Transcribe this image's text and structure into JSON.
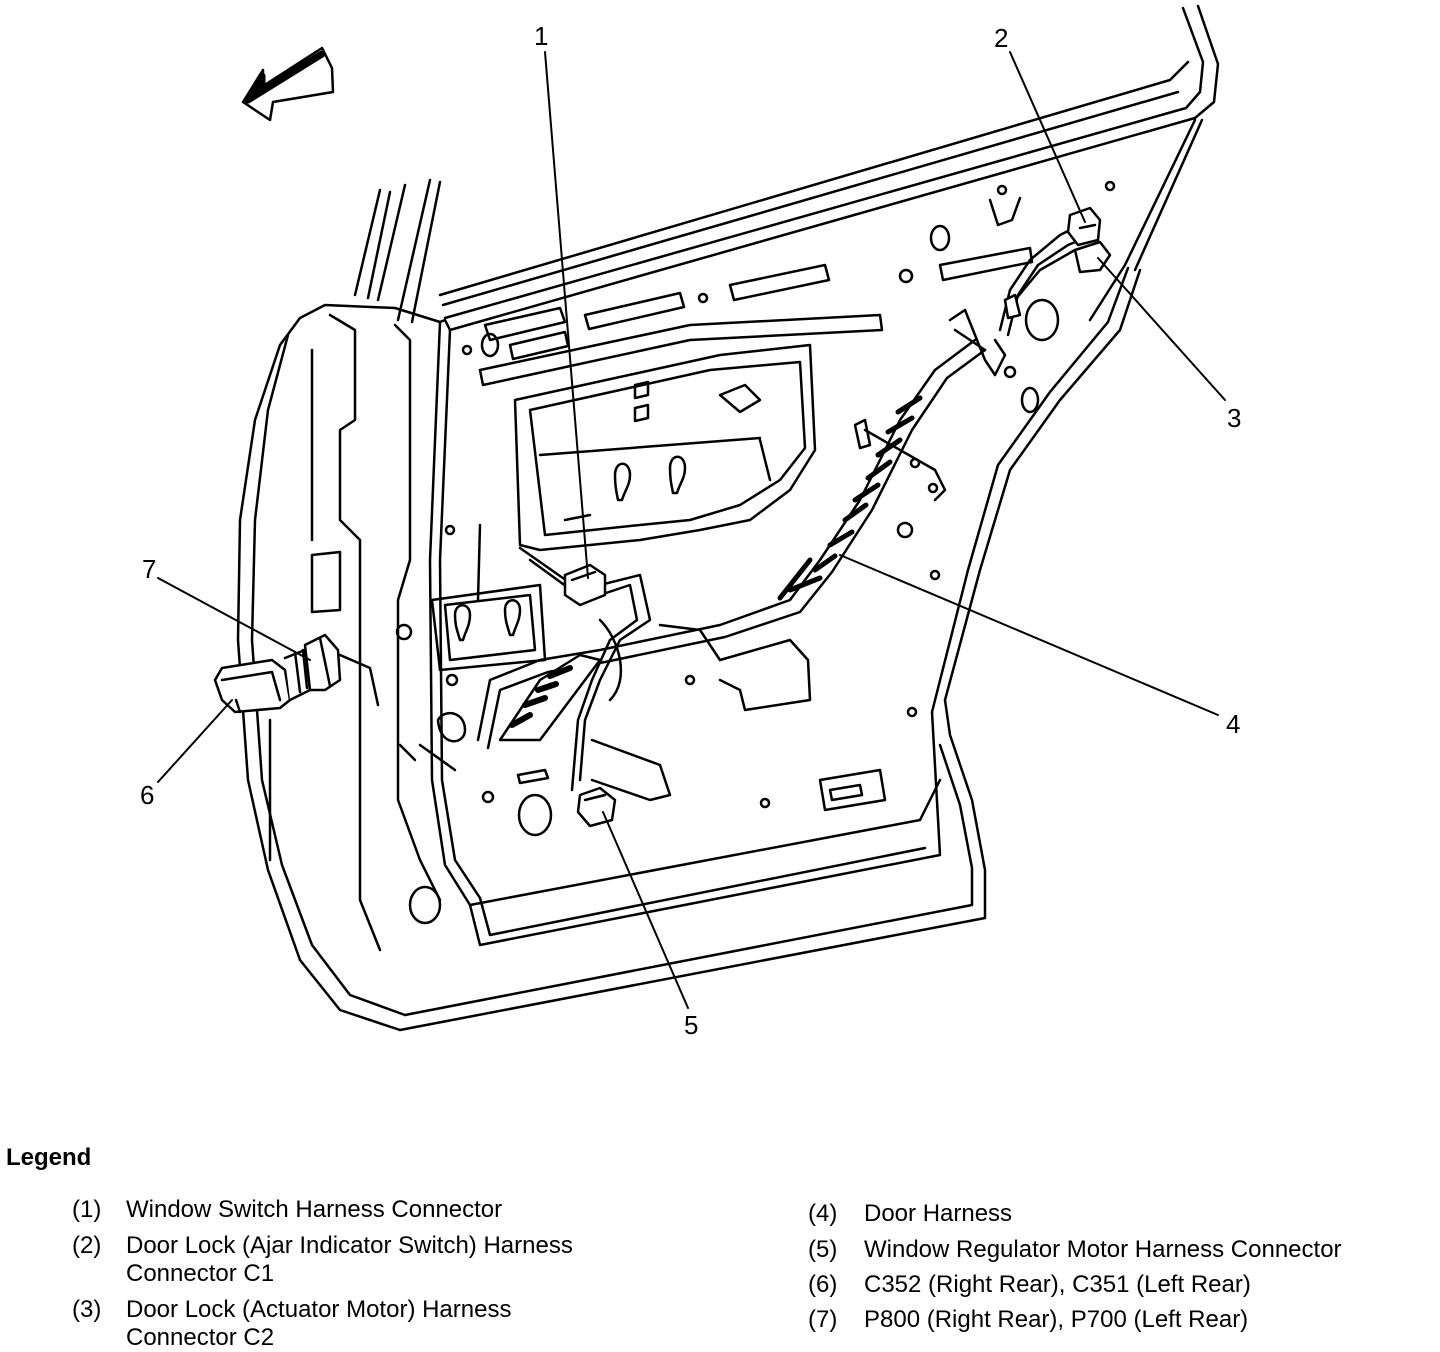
{
  "callouts": [
    "1",
    "2",
    "3",
    "4",
    "5",
    "6",
    "7"
  ],
  "legend": {
    "title": "Legend",
    "items": [
      {
        "num": "(1)",
        "text": "Window Switch Harness Connector"
      },
      {
        "num": "(2)",
        "text": "Door Lock (Ajar Indicator Switch) Harness\nConnector C1"
      },
      {
        "num": "(3)",
        "text": "Door Lock (Actuator Motor) Harness\nConnector C2"
      },
      {
        "num": "(4)",
        "text": "Door Harness"
      },
      {
        "num": "(5)",
        "text": "Window Regulator Motor Harness Connector"
      },
      {
        "num": "(6)",
        "text": "C352 (Right Rear), C351 (Left Rear)"
      },
      {
        "num": "(7)",
        "text": "P800 (Right Rear), P700 (Left Rear)"
      }
    ]
  },
  "icons": {
    "direction_arrow": "forward-arrow-icon"
  },
  "colors": {
    "line": "#000000",
    "background": "#ffffff"
  }
}
